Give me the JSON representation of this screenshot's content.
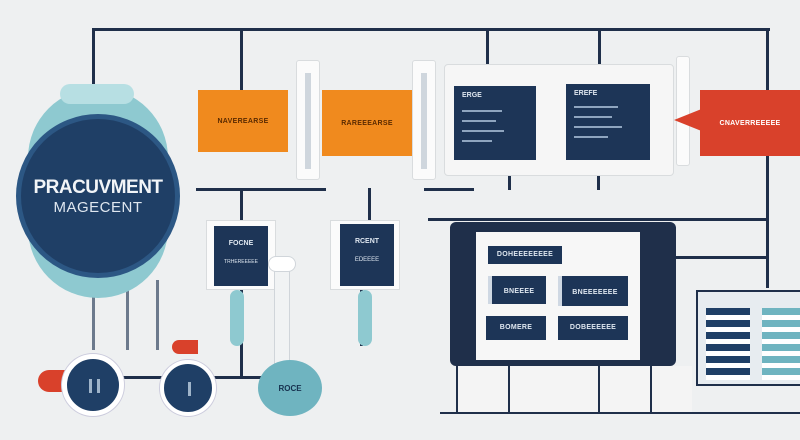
{
  "hub": {
    "line1": "PRACUVMENT",
    "line2": "MAGECENT"
  },
  "orange_boxes": [
    {
      "label": "NAVEREARSE"
    },
    {
      "label": "RAREEEARSE"
    }
  ],
  "navy_panels": [
    {
      "title": "ERGE"
    },
    {
      "title": "EREFE"
    }
  ],
  "red_tag": {
    "label": "CNAVERREEEEE"
  },
  "cards": [
    {
      "title": "FOCNE",
      "sub": "TRHEREEEEE"
    },
    {
      "title": "RCENT",
      "sub": "EDEEEE"
    }
  ],
  "monitor": {
    "header": "DOHEEEEEEEE",
    "buttons": [
      "BNEEEE",
      "BNEEEEEEE",
      "BOMERE",
      "DOBEEEEEE"
    ]
  },
  "bottom_circle": {
    "label": "ROCE"
  },
  "colors": {
    "navy": "#1d3557",
    "orange": "#f08a1e",
    "red": "#d9412b",
    "teal": "#8ec9d0",
    "background": "#eef0f1"
  }
}
